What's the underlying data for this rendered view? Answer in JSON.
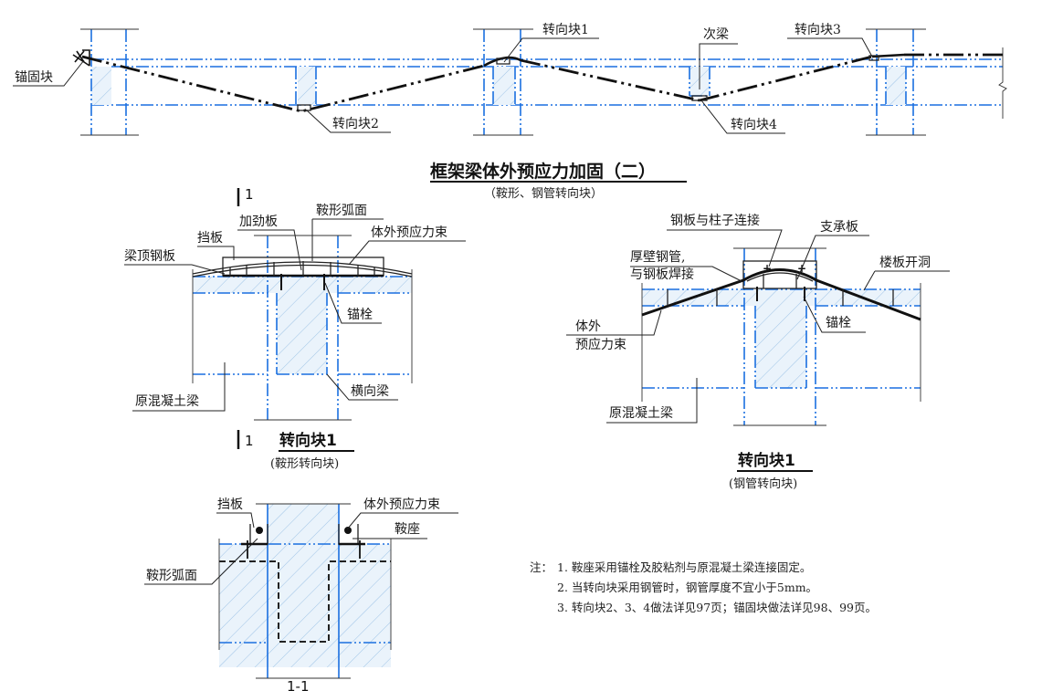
{
  "elevation": {
    "labels": {
      "anchor_block": "锚固块",
      "deviator_1": "转向块1",
      "deviator_2": "转向块2",
      "deviator_3": "转向块3",
      "deviator_4": "转向块4",
      "secondary_beam": "次梁"
    },
    "title": "框架梁体外预应力加固（二）",
    "subtitle": "（鞍形、钢管转向块）"
  },
  "saddle_detail": {
    "section_mark": "1",
    "labels": {
      "stiffener_plate": "加劲板",
      "saddle_arc_surface": "鞍形弧面",
      "baffle_plate": "挡板",
      "external_tendon": "体外预应力束",
      "beam_top_steel_plate": "梁顶钢板",
      "anchor_bolt": "锚栓",
      "original_concrete_beam": "原混凝土梁",
      "transverse_beam": "横向梁"
    },
    "caption": "转向块1",
    "caption_sub": "(鞍形转向块)"
  },
  "pipe_detail": {
    "labels": {
      "plate_column_connection": "钢板与柱子连接",
      "support_plate": "支承板",
      "thick_pipe_line1": "厚壁钢管,",
      "thick_pipe_line2": "与钢板焊接",
      "slab_opening": "楼板开洞",
      "external_tendon_line1": "体外",
      "external_tendon_line2": "预应力束",
      "anchor_bolt": "锚栓",
      "original_concrete_beam": "原混凝土梁"
    },
    "caption": "转向块1",
    "caption_sub": "(钢管转向块)"
  },
  "section_1_1": {
    "labels": {
      "baffle_plate": "挡板",
      "external_tendon": "体外预应力束",
      "saddle_seat": "鞍座",
      "saddle_arc_surface": "鞍形弧面"
    },
    "caption": "1-1"
  },
  "notes": {
    "prefix": "注：",
    "items": [
      "1. 鞍座采用锚栓及胶粘剂与原混凝土梁连接固定。",
      "2. 当转向块采用钢管时，钢管厚度不宜小于5mm。",
      "3. 转向块2、3、4做法详见97页；锚固块做法详见98、99页。"
    ]
  }
}
